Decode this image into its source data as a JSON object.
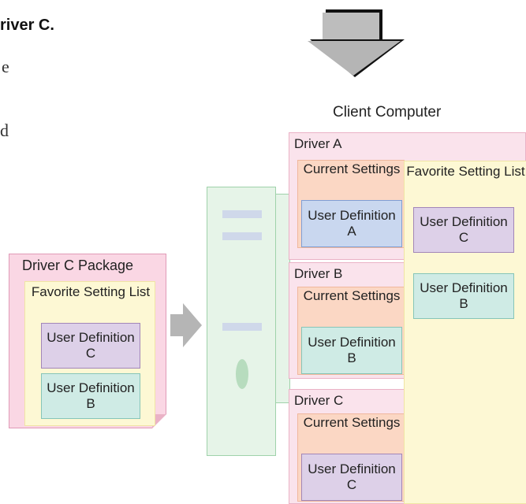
{
  "header": {
    "title_fragment": "river C.",
    "serif_char_1": "e",
    "serif_char_2": "d"
  },
  "client": {
    "label": "Client Computer",
    "drivers": [
      {
        "name": "Driver A",
        "current": "Current Settings",
        "user_def": "User Definition A"
      },
      {
        "name": "Driver B",
        "current": "Current Settings",
        "user_def": "User Definition B"
      },
      {
        "name": "Driver C",
        "current": "Current Settings",
        "user_def": "User Definition C"
      }
    ],
    "favorite": {
      "title": "Favorite Setting List",
      "items": [
        "User Definition C",
        "User Definition B"
      ]
    }
  },
  "package": {
    "title": "Driver C Package",
    "favorite_title": "Favorite Setting List",
    "items": [
      "User Definition C",
      "User Definition B"
    ]
  },
  "colors": {
    "driver_bg": "#fae3ec",
    "current_bg": "#fbd7c4",
    "favorite_bg": "#fdf8d4",
    "user_def_a": "#c9d7ef",
    "user_def_c": "#ddd0e8",
    "user_def_b": "#cfebe5",
    "arrow": "#b5b5b5",
    "server": "#e6f4e8"
  }
}
